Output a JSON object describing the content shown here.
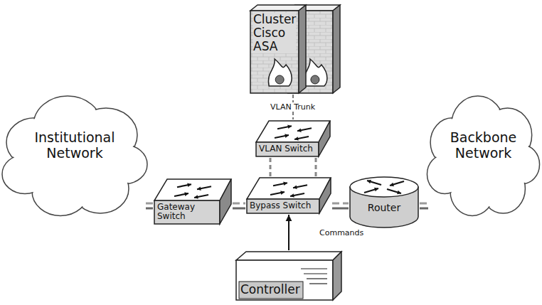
{
  "diagram": {
    "nodes": [
      {
        "text": [
          "Cluster Cisco ASA"
        ]
      },
      {
        "text": [
          "VLAN Switch"
        ]
      },
      {
        "text": [
          "Institutional Network"
        ]
      },
      {
        "text": [
          "Gateway Switch"
        ]
      },
      {
        "text": [
          "Bypass Switch"
        ]
      },
      {
        "text": [
          "Router"
        ]
      },
      {
        "text": [
          "Backbone Network"
        ]
      },
      {
        "text": [
          "Controller"
        ]
      }
    ],
    "edges": [
      {
        "from": 0,
        "to": 1,
        "arrow": "none",
        "label": "VLAN Trunk"
      },
      {
        "from": 1,
        "to": 4,
        "arrow": "none"
      },
      {
        "from": 2,
        "to": 3,
        "arrow": "none"
      },
      {
        "from": 3,
        "to": 4,
        "arrow": "none"
      },
      {
        "from": 4,
        "to": 5,
        "arrow": "none"
      },
      {
        "from": 5,
        "to": 6,
        "arrow": "none"
      },
      {
        "from": 7,
        "to": 4,
        "arrow": "to",
        "label": "Commands"
      }
    ]
  }
}
